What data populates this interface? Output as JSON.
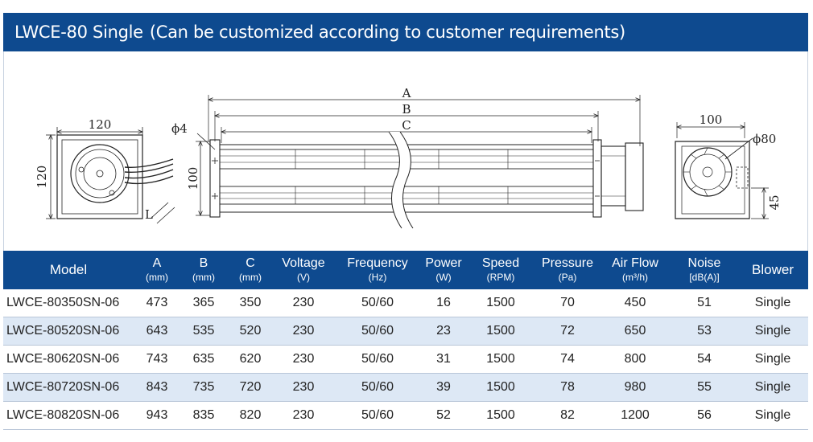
{
  "header": {
    "title": "LWCE-80 Single",
    "subtitle": "(Can be customized according to customer requirements)"
  },
  "drawing": {
    "front_view": {
      "width_label": "120",
      "height_label": "120",
      "cable_label": "L"
    },
    "side_view": {
      "dim_a": "A",
      "dim_b": "B",
      "dim_c": "C",
      "phi_label": "ϕ4",
      "height_label": "100"
    },
    "end_view": {
      "width_label": "100",
      "phi_label": "ϕ80",
      "offset_label": "45"
    }
  },
  "table": {
    "columns": [
      {
        "label": "Model",
        "unit": ""
      },
      {
        "label": "A",
        "unit": "(mm)"
      },
      {
        "label": "B",
        "unit": "(mm)"
      },
      {
        "label": "C",
        "unit": "(mm)"
      },
      {
        "label": "Voltage",
        "unit": "(V)"
      },
      {
        "label": "Frequency",
        "unit": "(Hz)"
      },
      {
        "label": "Power",
        "unit": "(W)"
      },
      {
        "label": "Speed",
        "unit": "(RPM)"
      },
      {
        "label": "Pressure",
        "unit": "(Pa)"
      },
      {
        "label": "Air Flow",
        "unit": "(m³/h)"
      },
      {
        "label": "Noise",
        "unit": "[dB(A)]"
      },
      {
        "label": "Blower",
        "unit": ""
      }
    ],
    "rows": [
      [
        "LWCE-80350SN-06",
        "473",
        "365",
        "350",
        "230",
        "50/60",
        "16",
        "1500",
        "70",
        "450",
        "51",
        "Single"
      ],
      [
        "LWCE-80520SN-06",
        "643",
        "535",
        "520",
        "230",
        "50/60",
        "23",
        "1500",
        "72",
        "650",
        "53",
        "Single"
      ],
      [
        "LWCE-80620SN-06",
        "743",
        "635",
        "620",
        "230",
        "50/60",
        "31",
        "1500",
        "74",
        "800",
        "54",
        "Single"
      ],
      [
        "LWCE-80720SN-06",
        "843",
        "735",
        "720",
        "230",
        "50/60",
        "39",
        "1500",
        "78",
        "980",
        "55",
        "Single"
      ],
      [
        "LWCE-80820SN-06",
        "943",
        "835",
        "820",
        "230",
        "50/60",
        "52",
        "1500",
        "82",
        "1200",
        "56",
        "Single"
      ]
    ]
  },
  "colors": {
    "header_bg": "#0e4a8f",
    "header_text": "#ffffff",
    "row_alt_bg": "#dde8f5",
    "row_bg": "#ffffff"
  }
}
